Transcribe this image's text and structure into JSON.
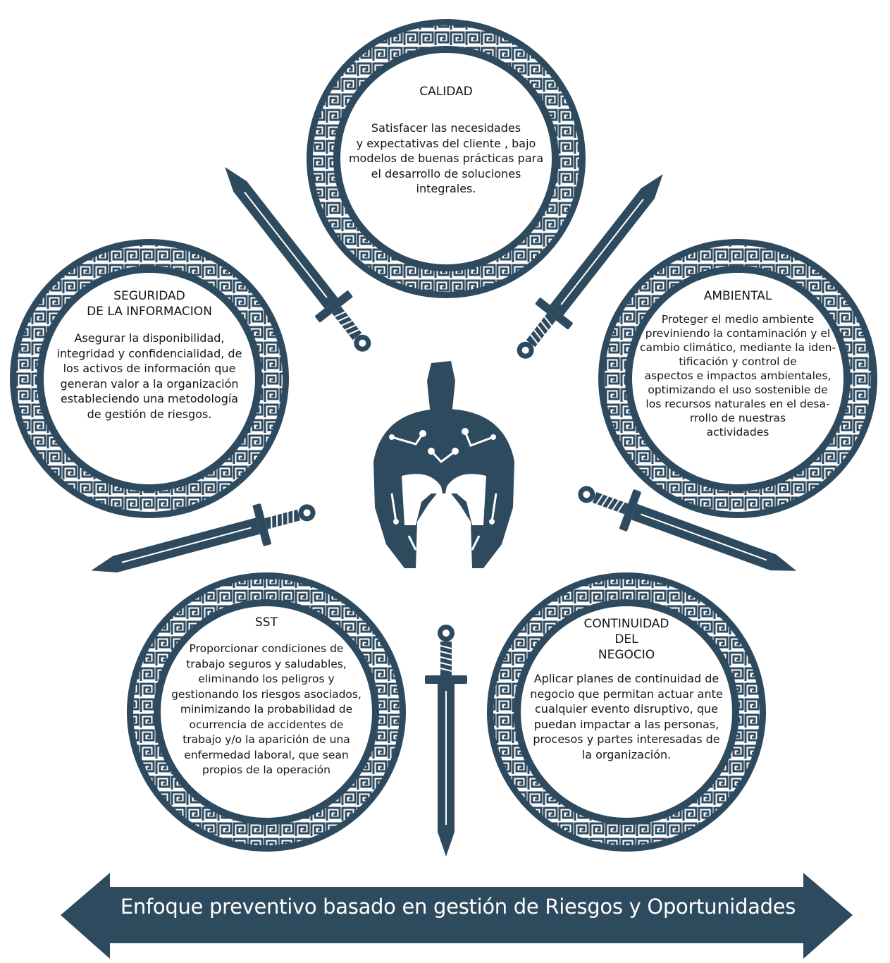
{
  "colors": {
    "primary": "#2e4a5f",
    "text": "#151515",
    "background": "#ffffff",
    "banner_text": "#ffffff"
  },
  "icons": {
    "center": "spartan-helmet-circuit-icon",
    "weapons": "sword-icon"
  },
  "pillars": {
    "calidad": {
      "title": "CALIDAD",
      "body": "Satisfacer las  necesidades\ny expectativas del cliente , bajo\nmodelos de buenas prácticas para\nel desarrollo de soluciones\nintegrales."
    },
    "seguridad": {
      "title": "SEGURIDAD\nDE LA INFORMACION",
      "body": "Asegurar la disponibilidad,\nintegridad y confidencialidad, de\nlos activos de información que\ngeneran valor a la organización\nestableciendo una metodología\nde gestión de riesgos."
    },
    "ambiental": {
      "title": "AMBIENTAL",
      "body": "Proteger el medio ambiente\npreviniendo la contaminación y el\ncambio climático, mediante la iden-\ntificación y  control de\naspectos e impactos ambientales,\noptimizando el uso  sostenible de\nlos recursos naturales en el desa-\nrrollo de nuestras\nactividades"
    },
    "sst": {
      "title": "SST",
      "body": "Proporcionar condiciones de\ntrabajo seguros y saludables,\neliminando los peligros y\ngestionando los riesgos asociados,\nminimizando la probabilidad de\nocurrencia de accidentes de\ntrabajo y/o la aparición de una\nenfermedad laboral, que sean\npropios de la operación"
    },
    "continuidad": {
      "title": "CONTINUIDAD\nDEL\nNEGOCIO",
      "body": "Aplicar planes de continuidad de\nnegocio que permitan actuar ante\ncualquier evento disruptivo, que\npuedan impactar  a las personas,\nprocesos y partes interesadas de\nla organización."
    }
  },
  "banner": {
    "label": "Enfoque preventivo basado en gestión de Riesgos y Oportunidades"
  }
}
